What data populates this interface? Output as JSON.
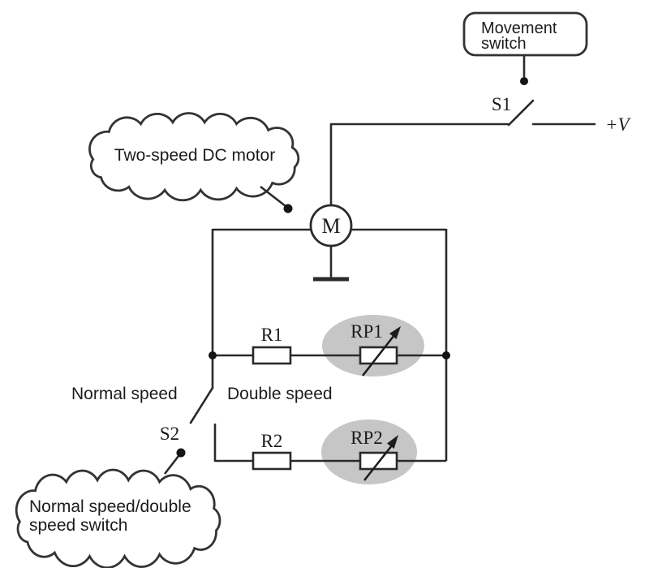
{
  "colors": {
    "line": "#2a2a2a",
    "text": "#1c1c1c",
    "highlight": "#c6c6c6",
    "background": "#ffffff"
  },
  "callouts": {
    "movement_switch": {
      "line1": "Movement",
      "line2": "switch"
    },
    "motor": {
      "text": "Two-speed DC motor"
    },
    "speed_switch": {
      "line1": "Normal speed/double",
      "line2": "speed switch"
    }
  },
  "components": {
    "s1": {
      "label": "S1"
    },
    "s2": {
      "label": "S2"
    },
    "motor": {
      "label": "M"
    },
    "supply": {
      "label": "+V"
    },
    "r1": {
      "label": "R1"
    },
    "rp1": {
      "label": "RP1"
    },
    "r2": {
      "label": "R2"
    },
    "rp2": {
      "label": "RP2"
    }
  },
  "switch_positions": {
    "normal": "Normal speed",
    "double": "Double speed"
  }
}
